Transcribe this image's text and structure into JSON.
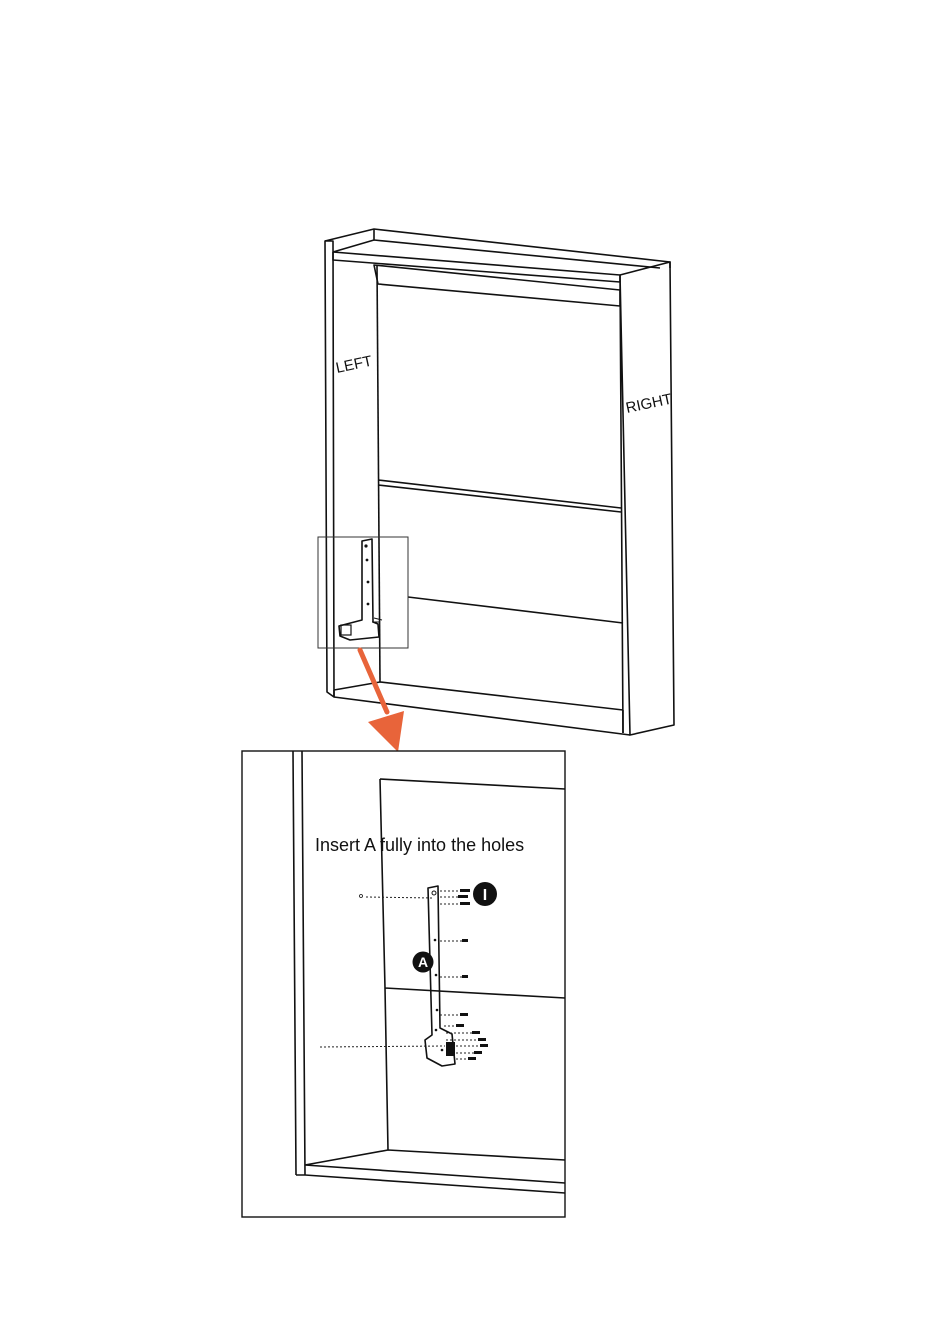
{
  "labels": {
    "left_side": "LEFT",
    "right_side": "RIGHT",
    "instruction": "Insert A fully into the holes"
  },
  "markers": {
    "bracket_part": "A",
    "screw_part": "I"
  },
  "colors": {
    "arrow": "#E8643A",
    "line": "#111111",
    "background": "#ffffff"
  },
  "icons": {
    "detail_arrow": "arrow-down-icon",
    "bracket": "l-bracket-icon",
    "screw": "screw-icon"
  }
}
